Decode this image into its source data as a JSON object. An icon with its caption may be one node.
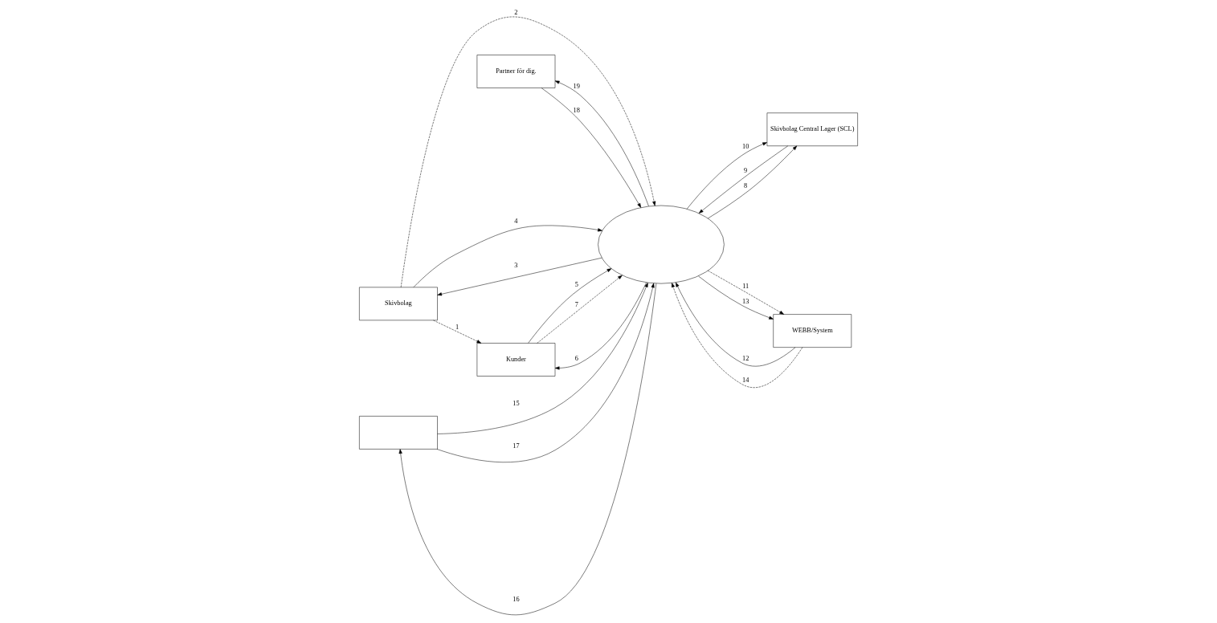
{
  "diagram": {
    "nodes": [
      {
        "text": [
          "Skivbolag"
        ]
      },
      {
        "text": [
          "Kunder"
        ]
      },
      {
        "text": [
          "Skivbolag Central Lager (SCL)"
        ]
      },
      {
        "text": [],
        "shape": "ellipse"
      },
      {
        "text": [
          "WEBB/System"
        ]
      },
      {
        "text": [],
        "shape": "box"
      },
      {
        "text": [
          "Partner för dig."
        ]
      }
    ],
    "edges": [
      {
        "from": 0,
        "to": 1,
        "arrow": "to",
        "label": "1",
        "style": "dashed"
      },
      {
        "from": 0,
        "to": 3,
        "arrow": "to",
        "label": "2",
        "style": "dashed"
      },
      {
        "from": 3,
        "to": 0,
        "arrow": "to",
        "label": "3"
      },
      {
        "from": 0,
        "to": 3,
        "arrow": "to",
        "label": "4"
      },
      {
        "from": 1,
        "to": 3,
        "arrow": "to",
        "label": "5"
      },
      {
        "from": 3,
        "to": 1,
        "arrow": "to",
        "label": "6"
      },
      {
        "from": 1,
        "to": 3,
        "arrow": "to",
        "label": "7",
        "style": "dashed"
      },
      {
        "from": 3,
        "to": 2,
        "arrow": "to",
        "label": "8"
      },
      {
        "from": 2,
        "to": 3,
        "arrow": "to",
        "label": "9"
      },
      {
        "from": 3,
        "to": 2,
        "arrow": "to",
        "label": "10"
      },
      {
        "from": 3,
        "to": 4,
        "arrow": "to",
        "label": "11",
        "style": "dashed"
      },
      {
        "from": 4,
        "to": 3,
        "arrow": "to",
        "label": "12"
      },
      {
        "from": 3,
        "to": 4,
        "arrow": "to",
        "label": "13"
      },
      {
        "from": 4,
        "to": 3,
        "arrow": "to",
        "label": "14",
        "style": "dashed"
      },
      {
        "from": 5,
        "to": 3,
        "arrow": "to",
        "label": "15"
      },
      {
        "from": 3,
        "to": 5,
        "arrow": "to",
        "label": "16"
      },
      {
        "from": 5,
        "to": 3,
        "arrow": "to",
        "label": "17"
      },
      {
        "from": 6,
        "to": 3,
        "arrow": "to",
        "label": "18"
      },
      {
        "from": 3,
        "to": 6,
        "arrow": "to",
        "label": "19"
      }
    ]
  }
}
